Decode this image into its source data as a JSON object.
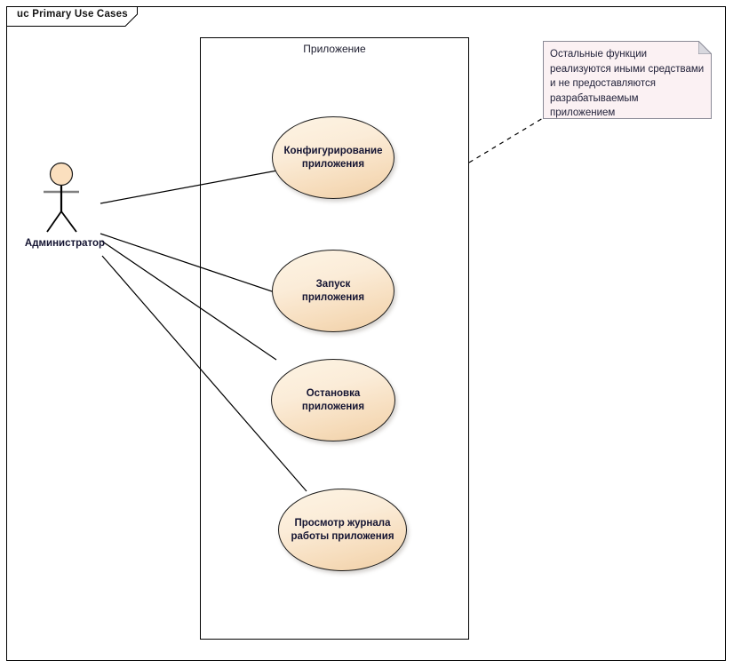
{
  "frame": {
    "tab_label": "uc Primary Use Cases"
  },
  "boundary": {
    "label": "Приложение"
  },
  "actor": {
    "name": "Администратор",
    "icon": "actor-stick-figure"
  },
  "use_cases": [
    {
      "id": "configure",
      "label": "Конфигурирование\nприложения"
    },
    {
      "id": "start",
      "label": "Запуск приложения"
    },
    {
      "id": "stop",
      "label": "Остановка\nприложения"
    },
    {
      "id": "view-log",
      "label": "Просмотр журнала\nработы приложения"
    }
  ],
  "note": {
    "text": "Остальные функции реализуются иными средствами и не предоставляются разрабатываемым приложением"
  },
  "colors": {
    "usecase_fill_light": "#fdf4e4",
    "usecase_fill_dark": "#f0cfa6",
    "usecase_stroke": "#1a1a1a",
    "note_fill": "#fbf1f3",
    "note_stroke": "#8a8a96",
    "text": "#141432",
    "line": "#000000"
  }
}
